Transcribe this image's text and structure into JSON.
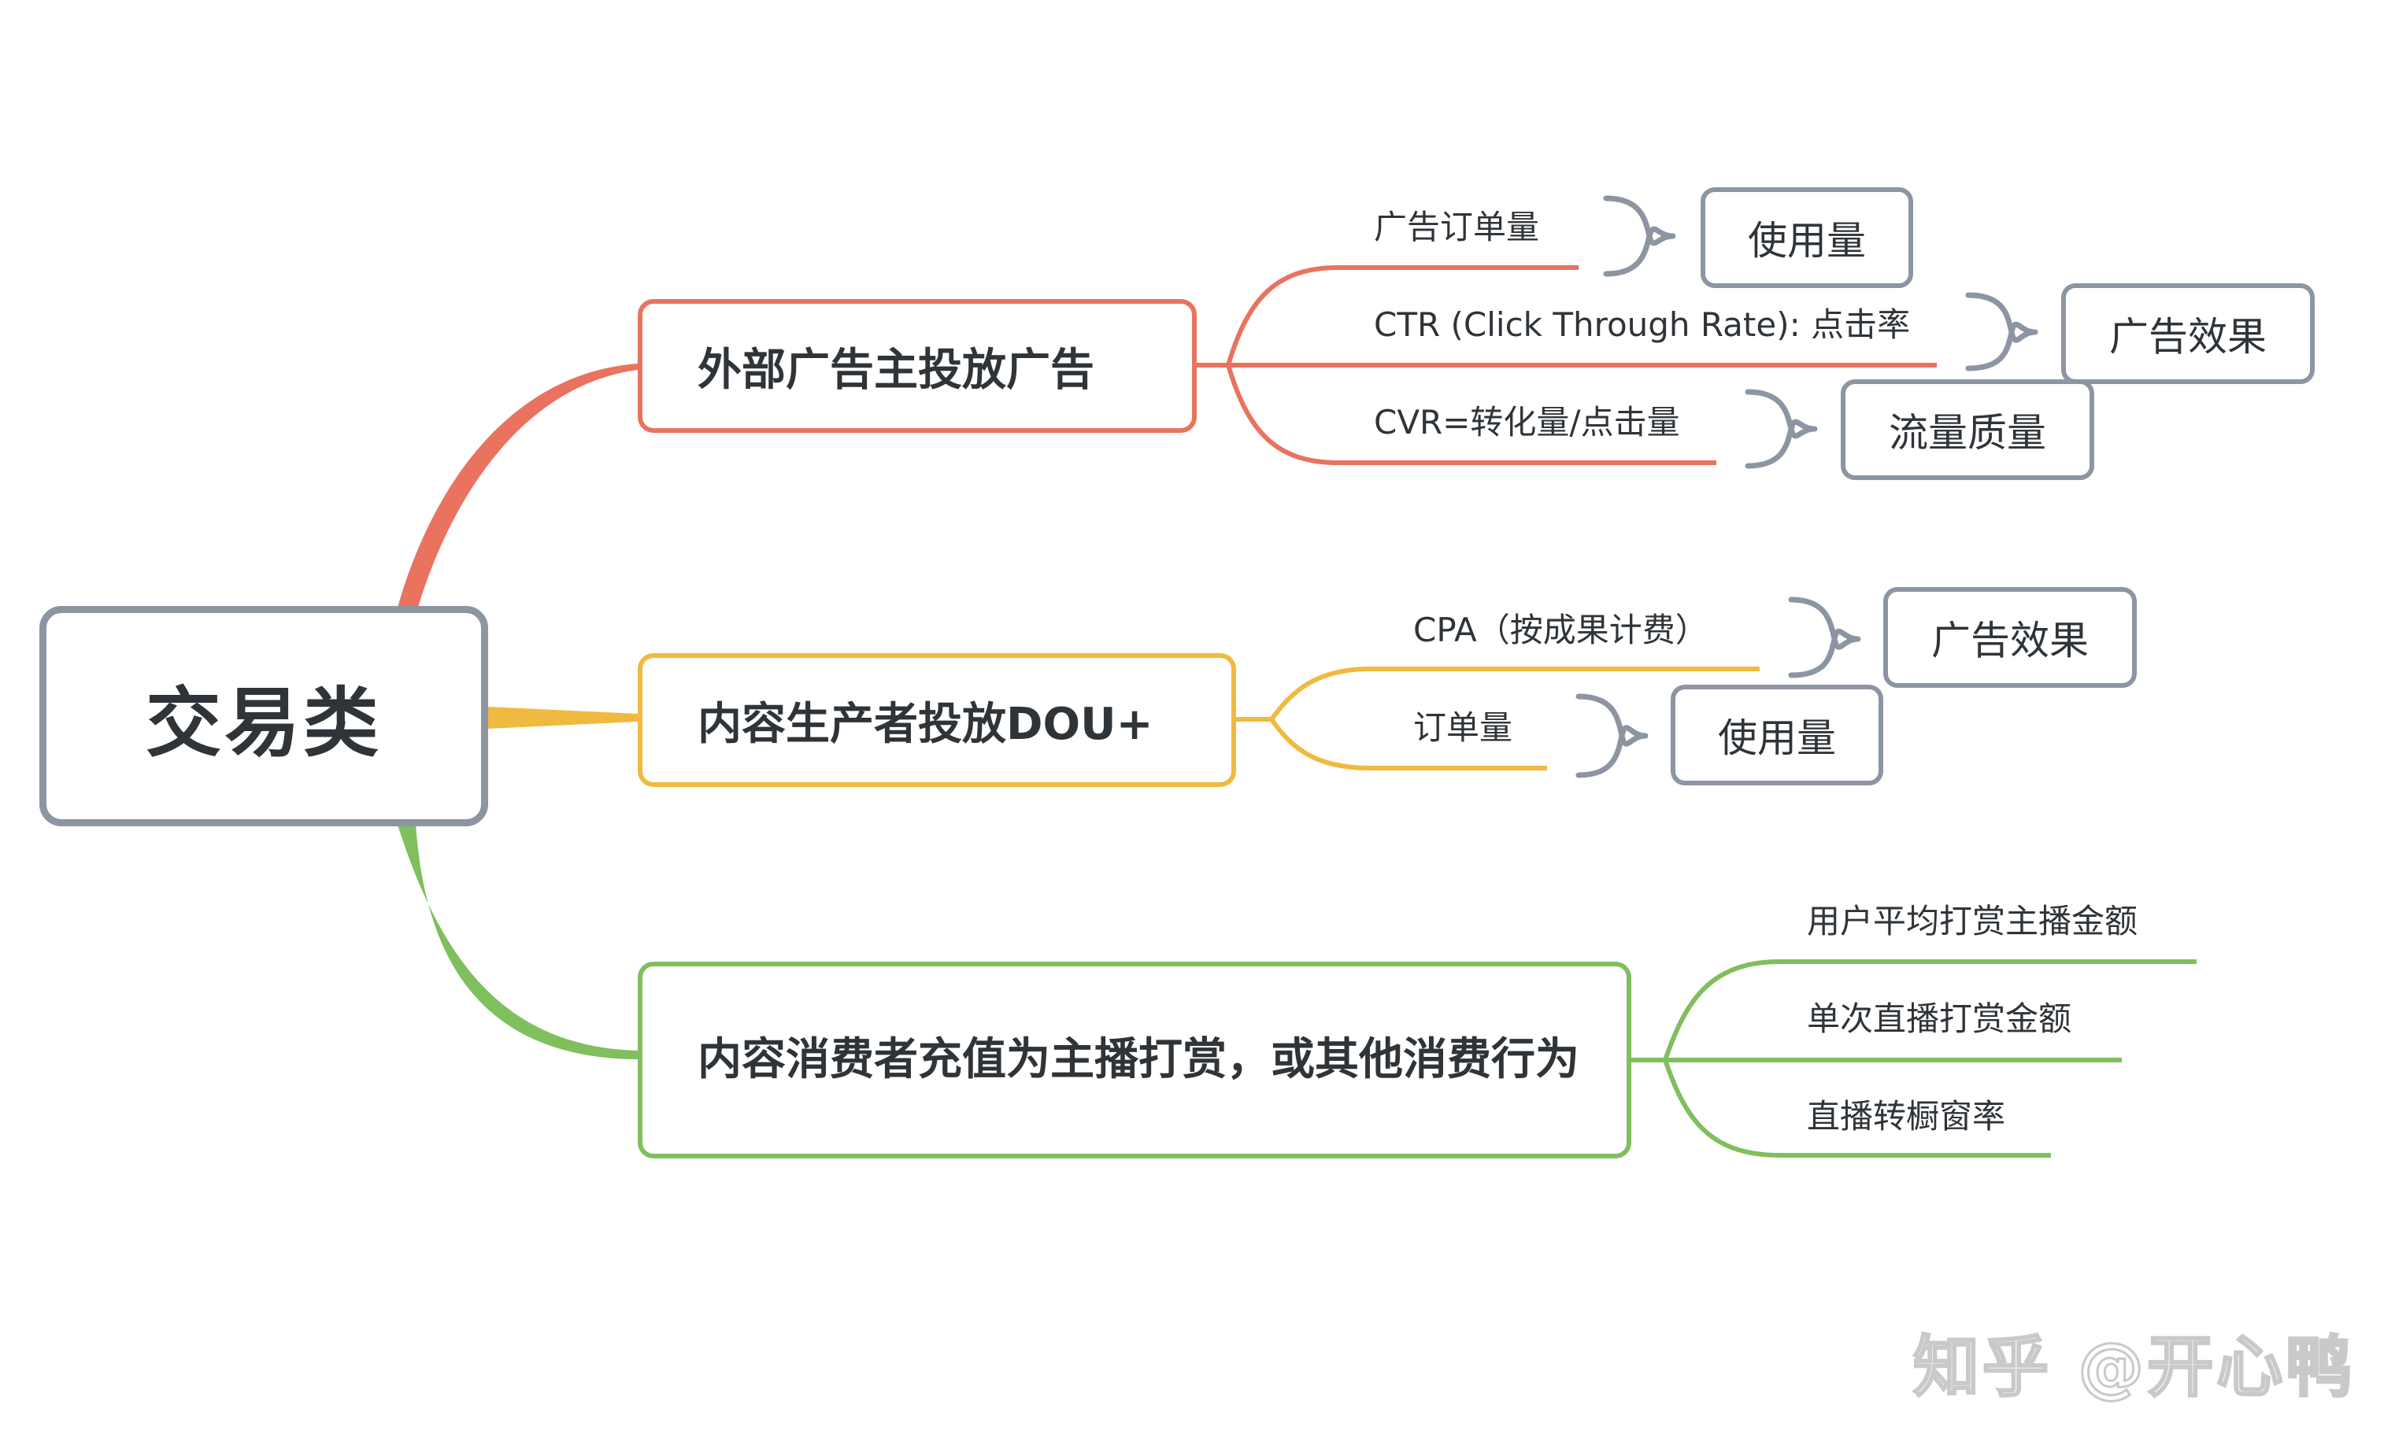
{
  "root": {
    "label": "交易类"
  },
  "branches": [
    {
      "label": "外部广告主投放广告",
      "color": "#e9735f",
      "children": [
        {
          "label": "广告订单量",
          "summary": "使用量"
        },
        {
          "label": "CTR (Click Through Rate): 点击率",
          "summary": "广告效果"
        },
        {
          "label": "CVR=转化量/点击量",
          "summary": "流量质量"
        }
      ]
    },
    {
      "label": "内容生产者投放DOU+",
      "color": "#efba3f",
      "children": [
        {
          "label": "CPA（按成果计费）",
          "summary": "广告效果"
        },
        {
          "label": "订单量",
          "summary": "使用量"
        }
      ]
    },
    {
      "label": "内容消费者充值为主播打赏，或其他消费行为",
      "color": "#7fbf5e",
      "children": [
        {
          "label": "用户平均打赏主播金额"
        },
        {
          "label": "单次直播打赏金额"
        },
        {
          "label": "直播转橱窗率"
        }
      ]
    }
  ],
  "colors": {
    "root_border": "#8d95a3",
    "summary_border": "#8d95a3",
    "text": "#2f3439"
  },
  "watermark": "知乎 @开心鸭"
}
